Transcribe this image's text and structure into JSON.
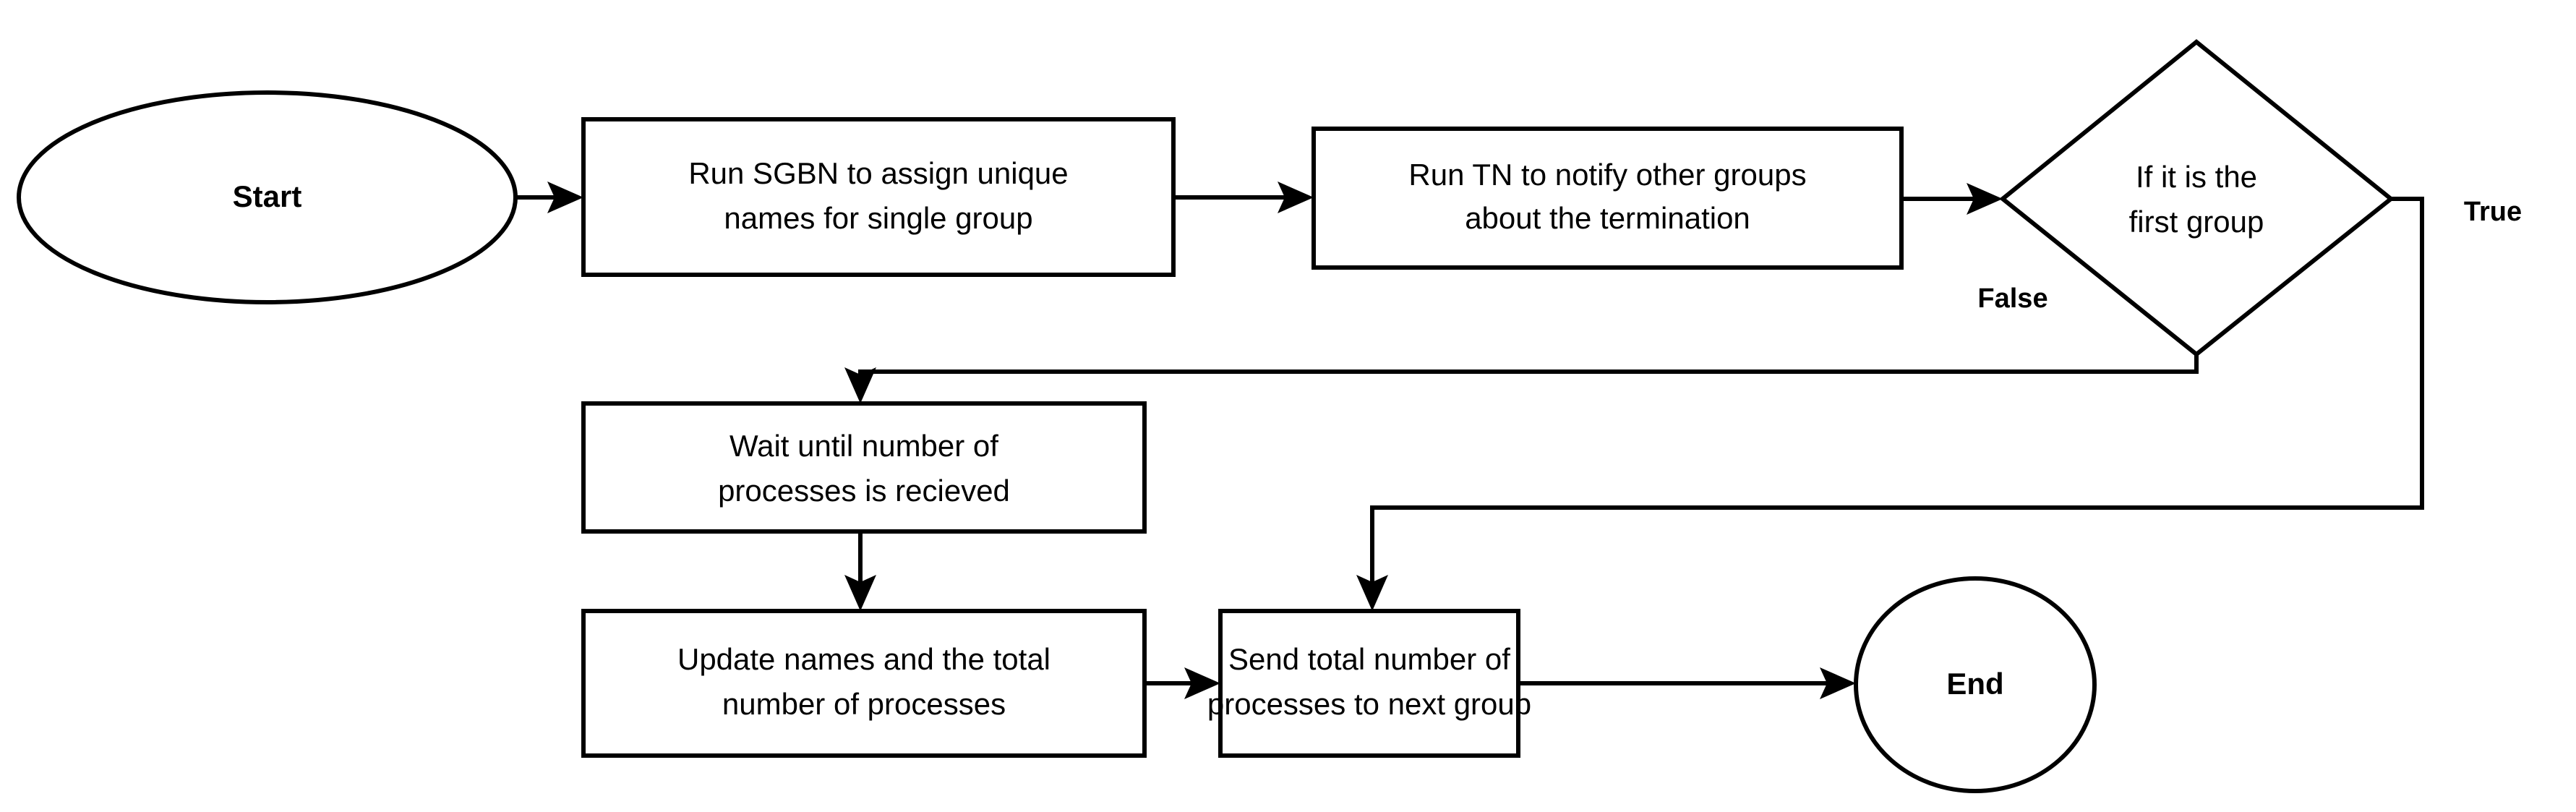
{
  "diagram": {
    "title": "Single Group Name Assignment and Process Count Propagation Flowchart",
    "type": "flowchart",
    "background_color": "#ffffff",
    "line_color": "#000000",
    "fill_color": "#ffffff",
    "nodes": {
      "start": {
        "shape": "ellipse",
        "label": "Start",
        "bold": true
      },
      "run_sgbn": {
        "shape": "rectangle",
        "line1": "Run SGBN to assign unique",
        "line2": "names for single group"
      },
      "run_tn": {
        "shape": "rectangle",
        "line1": "Run TN to notify other groups",
        "line2": "about the termination"
      },
      "decision": {
        "shape": "diamond",
        "line1": "If it is the",
        "line2": "first group"
      },
      "wait": {
        "shape": "rectangle",
        "line1": "Wait until number of",
        "line2": "processes is recieved"
      },
      "update": {
        "shape": "rectangle",
        "line1": "Update names and the total",
        "line2": "number of processes"
      },
      "send": {
        "shape": "rectangle",
        "line1": "Send total number of",
        "line2": "processes to next group"
      },
      "end": {
        "shape": "ellipse",
        "label": "End",
        "bold": true
      }
    },
    "edge_labels": {
      "false_branch": "False",
      "true_branch": "True"
    },
    "edges": [
      {
        "from": "start",
        "to": "run_sgbn",
        "label": ""
      },
      {
        "from": "run_sgbn",
        "to": "run_tn",
        "label": ""
      },
      {
        "from": "run_tn",
        "to": "decision",
        "label": ""
      },
      {
        "from": "decision",
        "to": "wait",
        "label": "False"
      },
      {
        "from": "decision",
        "to": "send",
        "label": "True"
      },
      {
        "from": "wait",
        "to": "update",
        "label": ""
      },
      {
        "from": "update",
        "to": "send",
        "label": ""
      },
      {
        "from": "send",
        "to": "end",
        "label": ""
      }
    ]
  }
}
